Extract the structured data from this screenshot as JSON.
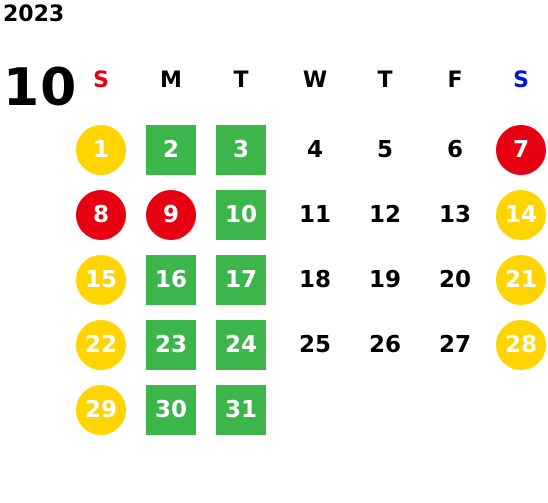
{
  "year": "2023",
  "month": "10",
  "weekday_headers": [
    {
      "label": "S",
      "color": "#e60012"
    },
    {
      "label": "M",
      "color": "#000000"
    },
    {
      "label": "T",
      "color": "#000000"
    },
    {
      "label": "W",
      "color": "#000000"
    },
    {
      "label": "T",
      "color": "#000000"
    },
    {
      "label": "F",
      "color": "#000000"
    },
    {
      "label": "S",
      "color": "#0016d9"
    }
  ],
  "colors": {
    "yellow_circle": "#ffd400",
    "red_circle": "#e60012",
    "green_square": "#3cb54a"
  },
  "days": [
    {
      "day": "1",
      "style": "yellow_circle"
    },
    {
      "day": "2",
      "style": "green_square"
    },
    {
      "day": "3",
      "style": "green_square"
    },
    {
      "day": "4",
      "style": "plain"
    },
    {
      "day": "5",
      "style": "plain"
    },
    {
      "day": "6",
      "style": "plain"
    },
    {
      "day": "7",
      "style": "red_circle"
    },
    {
      "day": "8",
      "style": "red_circle"
    },
    {
      "day": "9",
      "style": "red_circle"
    },
    {
      "day": "10",
      "style": "green_square"
    },
    {
      "day": "11",
      "style": "plain"
    },
    {
      "day": "12",
      "style": "plain"
    },
    {
      "day": "13",
      "style": "plain"
    },
    {
      "day": "14",
      "style": "yellow_circle"
    },
    {
      "day": "15",
      "style": "yellow_circle"
    },
    {
      "day": "16",
      "style": "green_square"
    },
    {
      "day": "17",
      "style": "green_square"
    },
    {
      "day": "18",
      "style": "plain"
    },
    {
      "day": "19",
      "style": "plain"
    },
    {
      "day": "20",
      "style": "plain"
    },
    {
      "day": "21",
      "style": "yellow_circle"
    },
    {
      "day": "22",
      "style": "yellow_circle"
    },
    {
      "day": "23",
      "style": "green_square"
    },
    {
      "day": "24",
      "style": "green_square"
    },
    {
      "day": "25",
      "style": "plain"
    },
    {
      "day": "26",
      "style": "plain"
    },
    {
      "day": "27",
      "style": "plain"
    },
    {
      "day": "28",
      "style": "yellow_circle"
    },
    {
      "day": "29",
      "style": "yellow_circle"
    },
    {
      "day": "30",
      "style": "green_square"
    },
    {
      "day": "31",
      "style": "green_square"
    }
  ]
}
